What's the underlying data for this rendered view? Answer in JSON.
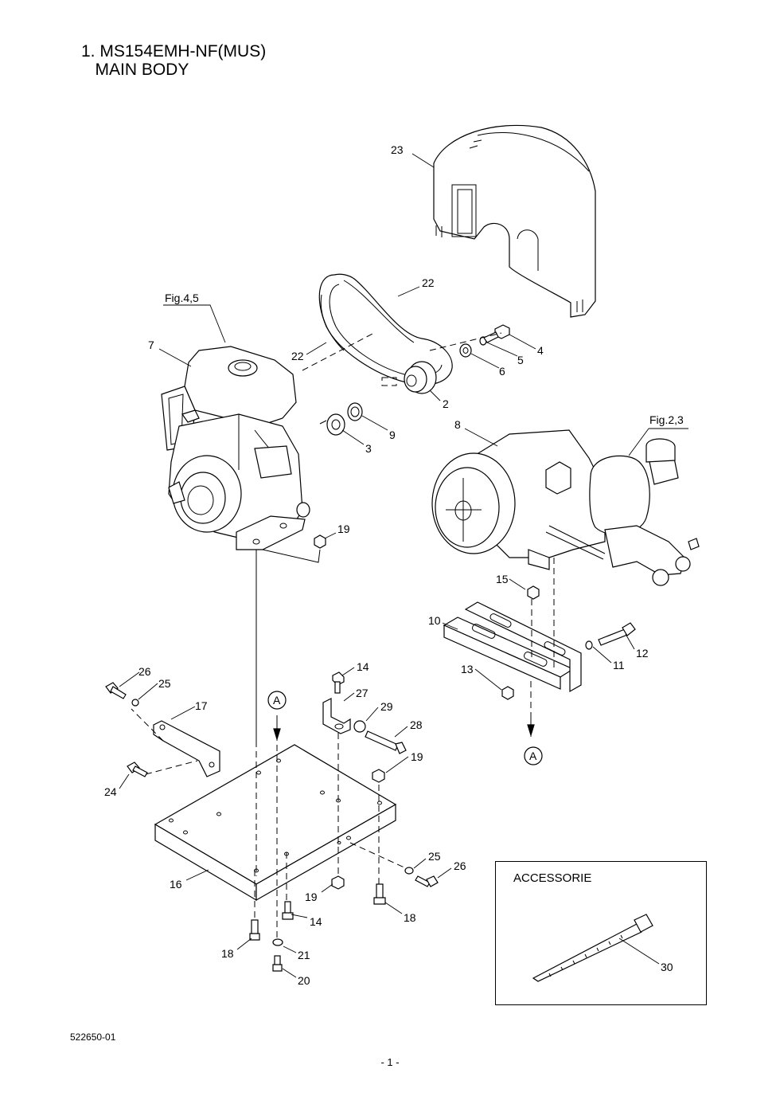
{
  "page": {
    "title_line1": "1. MS154EMH-NF(MUS)",
    "title_line2": "   MAIN BODY",
    "doc_number": "522650-01",
    "page_number": "- 1 -"
  },
  "references": {
    "engine_fig": "Fig.4,5",
    "pump_fig": "Fig.2,3",
    "connector_a": "A"
  },
  "accessory": {
    "heading": "ACCESSORIE",
    "part_number": "30"
  },
  "callouts": {
    "c2": "2",
    "c3": "3",
    "c4": "4",
    "c5": "5",
    "c6": "6",
    "c7": "7",
    "c8": "8",
    "c9": "9",
    "c10": "10",
    "c11": "11",
    "c12": "12",
    "c13": "13",
    "c14": "14",
    "c15": "15",
    "c16": "16",
    "c17": "17",
    "c18": "18",
    "c19": "19",
    "c20": "20",
    "c21": "21",
    "c22": "22",
    "c23": "23",
    "c24": "24",
    "c25": "25",
    "c26": "26",
    "c27": "27",
    "c28": "28",
    "c29": "29"
  }
}
